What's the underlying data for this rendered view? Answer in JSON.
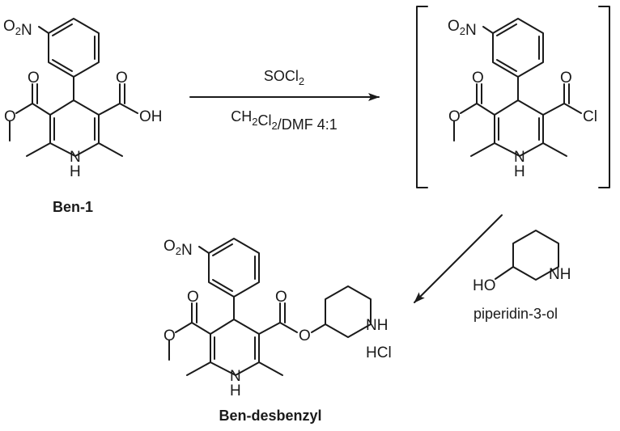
{
  "atoms": {
    "o2n_1": "O2N",
    "o_1a": "O",
    "o_1b": "O",
    "oh_1": "OH",
    "o_1c": "O",
    "nh_1": "N\nH",
    "o2n_2": "O2N",
    "o_2a": "O",
    "o_2b": "O",
    "o_2c": "O",
    "cl_2": "Cl",
    "nh_2": "N\nH",
    "o2n_3": "O2N",
    "o_3a": "O",
    "o_3b": "O",
    "o_3c": "O",
    "o_3d": "O",
    "nh_3": "N\nH",
    "nh_pip3": "NH",
    "hcl_3": "HCl",
    "ho_pip": "HO",
    "nh_pip": "NH"
  },
  "labels": {
    "ben1": "Ben-1",
    "ben_desbenzyl": "Ben-desbenzyl",
    "piperidinol": "piperidin-3-ol"
  },
  "reagents": {
    "step1_top": "SOCl2",
    "step1_bottom": "CH2Cl2/DMF 4:1"
  }
}
